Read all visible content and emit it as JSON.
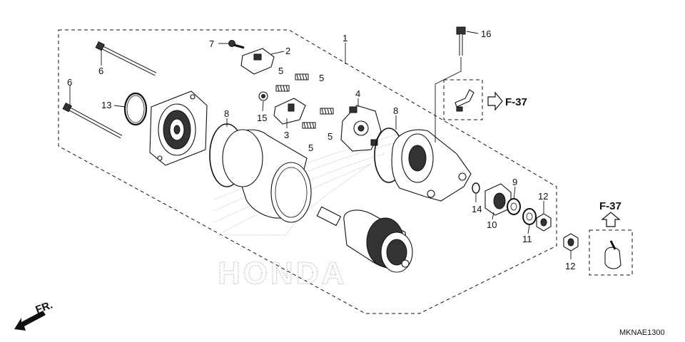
{
  "diagram": {
    "code": "MKNAE1300",
    "front_marker": "FR.",
    "watermark": "HONDA",
    "refs": {
      "right": "F-37",
      "lower": "F-37"
    },
    "labels": {
      "p1": "1",
      "p2": "2",
      "p3": "3",
      "p4": "4",
      "p5a": "5",
      "p5b": "5",
      "p5c": "5",
      "p5d": "5",
      "p6a": "6",
      "p6b": "6",
      "p7": "7",
      "p8a": "8",
      "p8b": "8",
      "p9": "9",
      "p10": "10",
      "p11": "11",
      "p12a": "12",
      "p12b": "12",
      "p13": "13",
      "p14": "14",
      "p15": "15",
      "p16": "16"
    }
  }
}
